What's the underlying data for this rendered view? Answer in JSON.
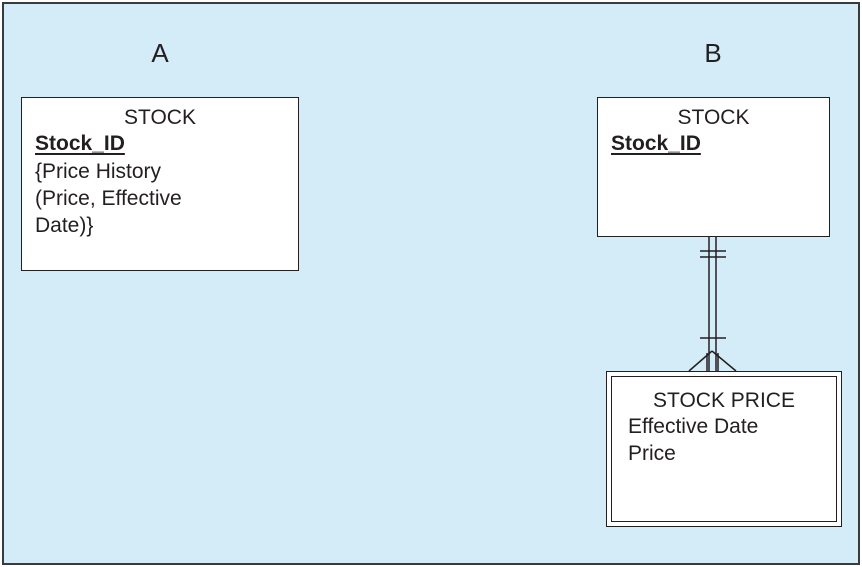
{
  "panels": [
    {
      "label": "A",
      "entity": {
        "name": "STOCK",
        "key": "Stock_ID",
        "attributes": [
          "{Price History",
          "(Price, Effective",
          "Date)}"
        ]
      }
    },
    {
      "label": "B",
      "entity": {
        "name": "STOCK",
        "key": "Stock_ID"
      },
      "weak_entity": {
        "name": "STOCK PRICE",
        "attributes": [
          "Effective Date",
          "Price"
        ]
      },
      "relationship": {
        "from_cardinality": "one-and-only-one",
        "to_cardinality": "one-or-many",
        "identifying": true
      }
    }
  ]
}
